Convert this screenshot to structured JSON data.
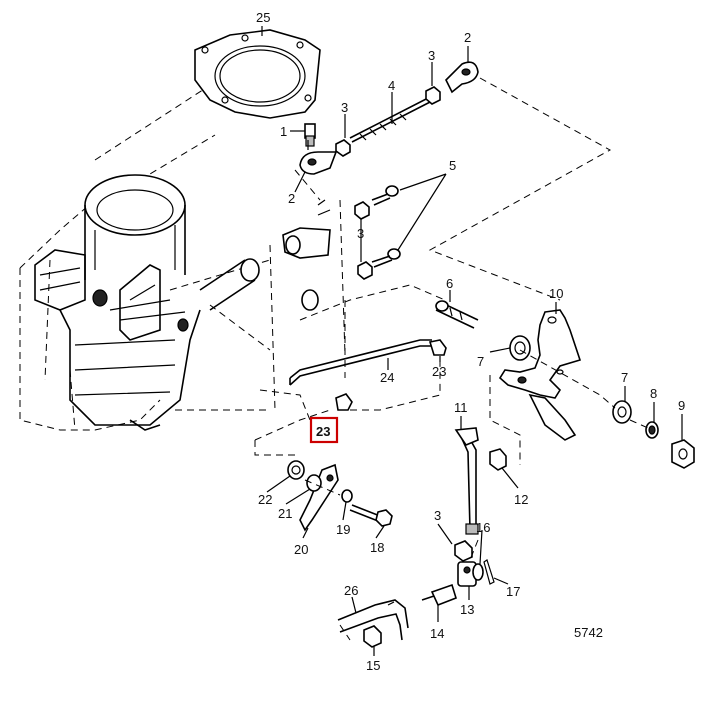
{
  "figure_number": "5742",
  "highlight": {
    "label": "23",
    "color": "#cc0000"
  },
  "labels": {
    "p1": "1",
    "p2a": "2",
    "p2b": "2",
    "p3a": "3",
    "p3b": "3",
    "p3c": "3",
    "p3d": "3",
    "p4": "4",
    "p5": "5",
    "p6": "6",
    "p7a": "7",
    "p7b": "7",
    "p8": "8",
    "p9": "9",
    "p10": "10",
    "p11": "11",
    "p12": "12",
    "p13": "13",
    "p14": "14",
    "p15": "15",
    "p16": "16",
    "p17": "17",
    "p18": "18",
    "p19": "19",
    "p20": "20",
    "p21": "21",
    "p22": "22",
    "p23": "23",
    "p24": "24",
    "p25": "25",
    "p26": "26"
  }
}
